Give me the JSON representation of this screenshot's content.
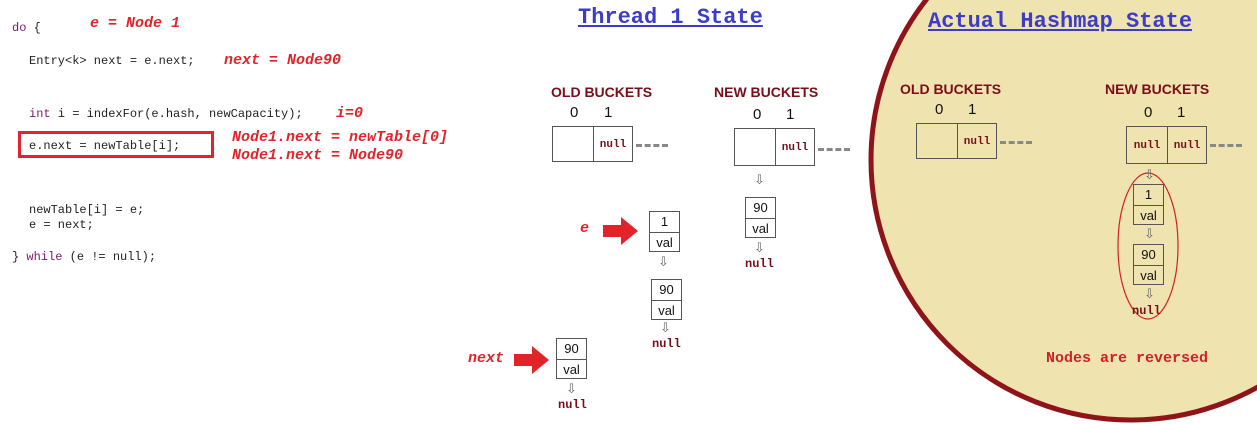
{
  "code": {
    "do_kw": "do",
    "do_brace": "{",
    "line_next": "Entry<k> next = e.next;",
    "line_i_kw": "int",
    "line_i_rest": " i = indexFor(e.hash, newCapacity);",
    "line_enext": "e.next = newTable[i];",
    "line_newtable": "newTable[i] = e;",
    "line_e": "e = next;",
    "close_brace": "}",
    "while_kw": "while",
    "while_rest": " (e != null);"
  },
  "annotations": {
    "e_node": "e = Node 1",
    "next_node": "next = Node90",
    "i_val": "i=0",
    "node1_next_1": "Node1.next = newTable[0]",
    "node1_next_2": "Node1.next = Node90"
  },
  "thread_state": {
    "title": "Thread 1 State",
    "old_buckets": "OLD  BUCKETS",
    "new_buckets": "NEW  BUCKETS",
    "idx0": "0",
    "idx1": "1",
    "null": "null",
    "e_label": "e",
    "next_label": "next",
    "node1_key": "1",
    "node90_key": "90",
    "val": "val"
  },
  "actual_state": {
    "title": "Actual Hashmap State",
    "old_buckets": "OLD  BUCKETS",
    "new_buckets": "NEW  BUCKETS",
    "idx0": "0",
    "idx1": "1",
    "null": "null",
    "node1_key": "1",
    "node90_key": "90",
    "val": "val",
    "note": "Nodes are reversed"
  },
  "colors": {
    "annotation_red": "#e0242a",
    "title_blue": "#3c3cc8",
    "bucket_maroon": "#7a0e18",
    "circle_fill": "#efe3b0",
    "circle_stroke": "#8e1418",
    "highlight_red": "#e0242a"
  },
  "icons": [
    "right-arrow-icon",
    "down-arrow-icon"
  ]
}
